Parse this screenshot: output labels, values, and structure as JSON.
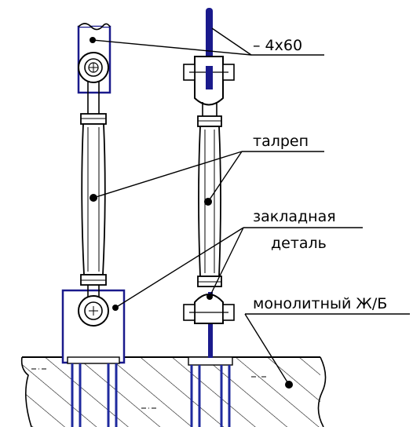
{
  "labels": {
    "plate": "– 4x60",
    "turnbuckle": "талреп",
    "embedded_line1": "закладная",
    "embedded_line2": "деталь",
    "concrete": "монолитный Ж/Б"
  },
  "colors": {
    "line": "#000000",
    "steel_blue": "#1a1a8c",
    "rod_blue": "#1f2a9e",
    "background": "#ffffff"
  }
}
